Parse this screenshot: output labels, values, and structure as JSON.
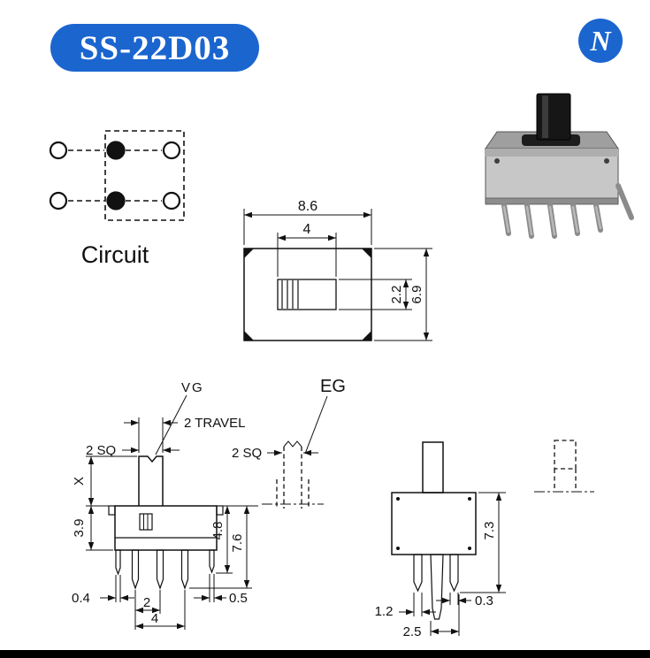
{
  "colors": {
    "accent": "#1b65cf",
    "ink": "#111111"
  },
  "header": {
    "model": "SS-22D03",
    "logo_letter": "N"
  },
  "circuit": {
    "caption": "Circuit"
  },
  "top_view": {
    "total_width": "8.6",
    "knob_width": "4",
    "slot_height": "2.2",
    "total_height": "6.9"
  },
  "side_view": {
    "vg_label": "VG",
    "travel_label": "2 TRAVEL",
    "sq_label": "2 SQ",
    "stem_height": "X",
    "body_height": "3.9",
    "bracket_depth": "4.8",
    "overall_depth": "7.6",
    "bracket_thk": "0.4",
    "pin_pitch": "2",
    "pin_span": "4",
    "tab_thk": "0.5"
  },
  "eg_view": {
    "eg_label": "EG",
    "sq_label": "2 SQ"
  },
  "front_view": {
    "overall_height": "7.3",
    "pin_width": "1.2",
    "pin_thk": "0.3",
    "anchor_width": "2.5"
  }
}
